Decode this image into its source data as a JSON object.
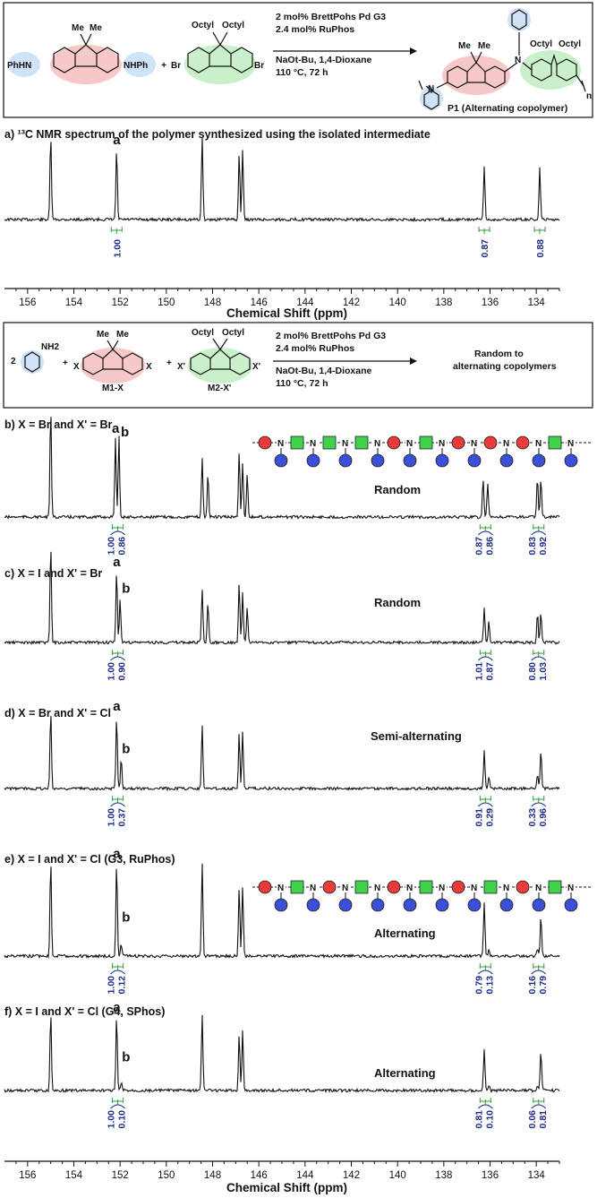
{
  "scheme_top": {
    "reactant1": "PhHN",
    "reactant1_right": "NHPh",
    "me": "Me",
    "plus": "+",
    "br": "Br",
    "octyl": "Octyl",
    "conditions": [
      "2 mol% BrettPohs Pd G3",
      "2.4 mol% RuPhos",
      "NaOt-Bu, 1,4-Dioxane",
      "110 °C, 72 h"
    ],
    "n": "n",
    "product_label": "P1 (Alternating copolymer)"
  },
  "scheme_mid": {
    "coef": "2",
    "nh2": "NH2",
    "plus": "+",
    "x": "X",
    "xp": "X'",
    "me": "Me",
    "octyl": "Octyl",
    "m1": "M1-X",
    "m2": "M2-X'",
    "conditions": [
      "2 mol% BrettPohs Pd G3",
      "2.4 mol% RuPhos",
      "NaOt-Bu, 1,4-Dioxane",
      "110 °C, 72 h"
    ],
    "product": [
      "Random to",
      "alternating copolymers"
    ]
  },
  "chart_data": {
    "type": "line",
    "xlabel": "Chemical Shift (ppm)",
    "xlim": [
      157,
      133
    ],
    "x_ticks": [
      156,
      154,
      152,
      150,
      148,
      146,
      144,
      142,
      140,
      138,
      136,
      134
    ],
    "panels": [
      {
        "id": "a",
        "title": "a) ¹³C NMR spectrum of the polymer synthesized using the isolated intermediate",
        "peaks": [
          {
            "x": 155.0,
            "h": 1.0
          },
          {
            "x": 152.15,
            "h": 0.82
          },
          {
            "x": 148.45,
            "h": 0.98
          },
          {
            "x": 146.85,
            "h": 0.78
          },
          {
            "x": 146.7,
            "h": 0.82
          },
          {
            "x": 136.25,
            "h": 0.62
          },
          {
            "x": 133.85,
            "h": 0.6
          }
        ],
        "peak_labels": [
          "a"
        ],
        "sequence_label": "",
        "integrals": [
          {
            "x": 152.15,
            "values": [
              "1.00"
            ]
          },
          {
            "x": 136.25,
            "values": [
              "0.87"
            ]
          },
          {
            "x": 133.85,
            "values": [
              "0.88"
            ]
          }
        ]
      },
      {
        "id": "b",
        "title": "b) X = Br and X' = Br",
        "peaks": [
          {
            "x": 155.0,
            "h": 1.0
          },
          {
            "x": 152.2,
            "h": 0.72
          },
          {
            "x": 152.05,
            "h": 0.74
          },
          {
            "x": 148.45,
            "h": 0.55
          },
          {
            "x": 148.2,
            "h": 0.4
          },
          {
            "x": 146.85,
            "h": 0.6
          },
          {
            "x": 146.7,
            "h": 0.5
          },
          {
            "x": 146.5,
            "h": 0.4
          },
          {
            "x": 136.3,
            "h": 0.35
          },
          {
            "x": 136.1,
            "h": 0.3
          },
          {
            "x": 133.95,
            "h": 0.37
          },
          {
            "x": 133.8,
            "h": 0.35
          }
        ],
        "peak_labels": [
          "a",
          "b"
        ],
        "sequence_label": "Random",
        "integrals": [
          {
            "x": 152.1,
            "values": [
              "1.00",
              "0.86"
            ]
          },
          {
            "x": 136.2,
            "values": [
              "0.87",
              "0.86"
            ]
          },
          {
            "x": 133.9,
            "values": [
              "0.83",
              "0.92"
            ]
          }
        ]
      },
      {
        "id": "c",
        "title": "c) X = I and X' = Br",
        "peaks": [
          {
            "x": 155.0,
            "h": 1.0
          },
          {
            "x": 152.15,
            "h": 0.72
          },
          {
            "x": 152.0,
            "h": 0.45
          },
          {
            "x": 148.45,
            "h": 0.55
          },
          {
            "x": 148.2,
            "h": 0.4
          },
          {
            "x": 146.85,
            "h": 0.6
          },
          {
            "x": 146.7,
            "h": 0.5
          },
          {
            "x": 146.5,
            "h": 0.35
          },
          {
            "x": 136.25,
            "h": 0.35
          },
          {
            "x": 136.05,
            "h": 0.22
          },
          {
            "x": 133.95,
            "h": 0.3
          },
          {
            "x": 133.8,
            "h": 0.3
          }
        ],
        "peak_labels": [
          "a",
          "b"
        ],
        "sequence_label": "Random",
        "integrals": [
          {
            "x": 152.1,
            "values": [
              "1.00",
              "0.90"
            ]
          },
          {
            "x": 136.2,
            "values": [
              "1.01",
              "0.87"
            ]
          },
          {
            "x": 133.9,
            "values": [
              "0.80",
              "1.03"
            ]
          }
        ]
      },
      {
        "id": "d",
        "title": "d) X = Br and X' = Cl",
        "peaks": [
          {
            "x": 155.0,
            "h": 1.0
          },
          {
            "x": 152.15,
            "h": 0.92
          },
          {
            "x": 151.95,
            "h": 0.38
          },
          {
            "x": 148.45,
            "h": 0.82
          },
          {
            "x": 146.85,
            "h": 0.7
          },
          {
            "x": 146.7,
            "h": 0.72
          },
          {
            "x": 136.25,
            "h": 0.48
          },
          {
            "x": 136.05,
            "h": 0.15
          },
          {
            "x": 133.95,
            "h": 0.18
          },
          {
            "x": 133.8,
            "h": 0.5
          }
        ],
        "peak_labels": [
          "a",
          "b"
        ],
        "sequence_label": "Semi-alternating",
        "integrals": [
          {
            "x": 152.1,
            "values": [
              "1.00",
              "0.37"
            ]
          },
          {
            "x": 136.2,
            "values": [
              "0.91",
              "0.29"
            ]
          },
          {
            "x": 133.9,
            "values": [
              "0.33",
              "0.96"
            ]
          }
        ]
      },
      {
        "id": "e",
        "title": "e) X = I and X' = Cl (G3, RuPhos)",
        "peaks": [
          {
            "x": 155.0,
            "h": 1.0
          },
          {
            "x": 152.15,
            "h": 0.96
          },
          {
            "x": 151.95,
            "h": 0.12
          },
          {
            "x": 148.45,
            "h": 0.98
          },
          {
            "x": 146.85,
            "h": 0.72
          },
          {
            "x": 146.7,
            "h": 0.72
          },
          {
            "x": 136.25,
            "h": 0.55
          },
          {
            "x": 136.05,
            "h": 0.08
          },
          {
            "x": 133.95,
            "h": 0.08
          },
          {
            "x": 133.8,
            "h": 0.42
          }
        ],
        "peak_labels": [
          "a",
          "b"
        ],
        "sequence_label": "Alternating",
        "integrals": [
          {
            "x": 152.1,
            "values": [
              "1.00",
              "0.12"
            ]
          },
          {
            "x": 136.2,
            "values": [
              "0.79",
              "0.13"
            ]
          },
          {
            "x": 133.9,
            "values": [
              "0.16",
              "0.79"
            ]
          }
        ]
      },
      {
        "id": "f",
        "title": "f) X = I and X' = Cl (G4, SPhos)",
        "peaks": [
          {
            "x": 155.0,
            "h": 1.0
          },
          {
            "x": 152.15,
            "h": 0.93
          },
          {
            "x": 151.95,
            "h": 0.1
          },
          {
            "x": 148.45,
            "h": 0.95
          },
          {
            "x": 146.85,
            "h": 0.72
          },
          {
            "x": 146.7,
            "h": 0.75
          },
          {
            "x": 136.25,
            "h": 0.52
          },
          {
            "x": 136.05,
            "h": 0.07
          },
          {
            "x": 133.95,
            "h": 0.07
          },
          {
            "x": 133.8,
            "h": 0.5
          }
        ],
        "peak_labels": [
          "a",
          "b"
        ],
        "sequence_label": "Alternating",
        "integrals": [
          {
            "x": 152.1,
            "values": [
              "1.00",
              "0.10"
            ]
          },
          {
            "x": 136.2,
            "values": [
              "0.81",
              "0.10"
            ]
          },
          {
            "x": 133.9,
            "values": [
              "0.06",
              "0.81"
            ]
          }
        ]
      }
    ]
  },
  "sequence_diagrams": {
    "random": [
      "r",
      "g",
      "g",
      "g",
      "r",
      "g",
      "r",
      "r",
      "r",
      "g"
    ],
    "alternating": [
      "r",
      "g",
      "r",
      "g",
      "r",
      "g",
      "r",
      "g",
      "r",
      "g"
    ],
    "linker": "N",
    "colors": {
      "r": "#e83b3b",
      "g": "#3fd34a",
      "n": "#3a4fd6"
    }
  }
}
